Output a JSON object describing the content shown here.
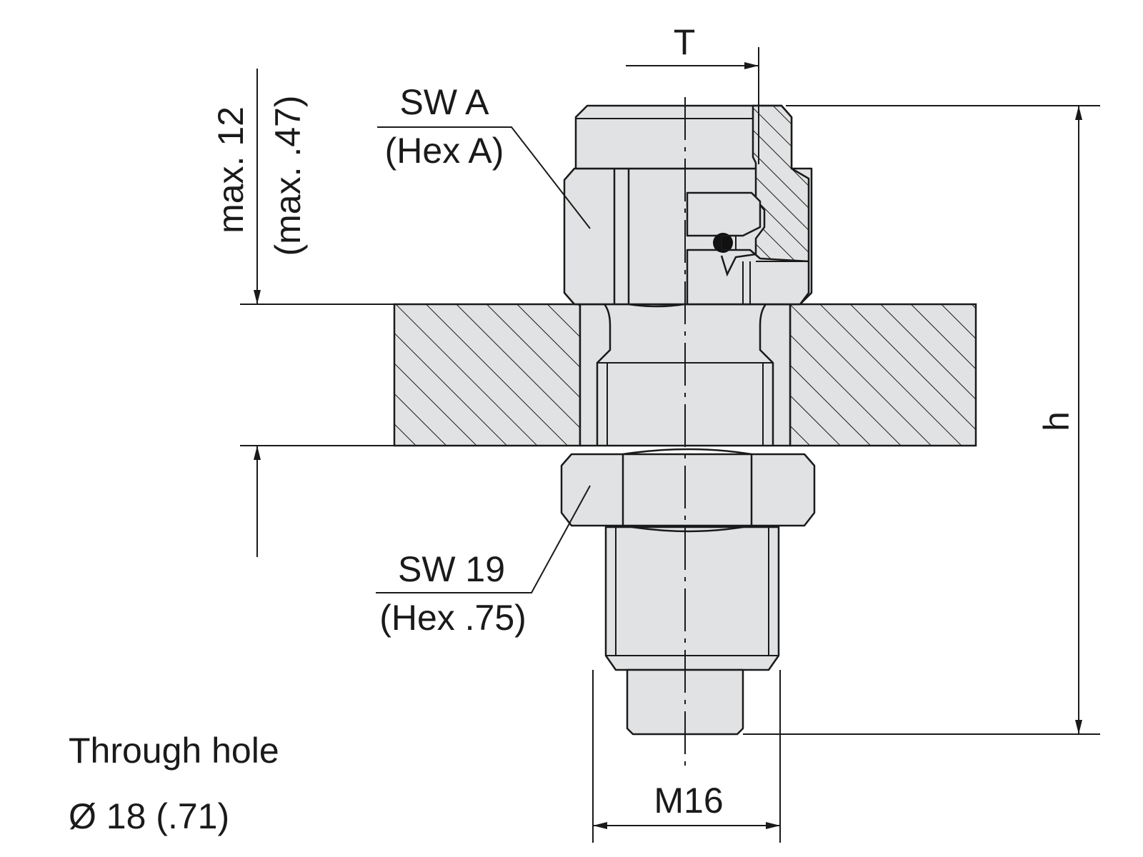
{
  "labels": {
    "thread_depth_T": "T",
    "plate_thickness_mm": "max. 12",
    "plate_thickness_in": "(max. .47)",
    "hex_a_metric": "SW A",
    "hex_a_inch": "(Hex A)",
    "hex_19_metric": "SW 19",
    "hex_19_inch": "(Hex .75)",
    "height_h": "h",
    "thread_size": "M16",
    "through_hole_title": "Through hole",
    "through_hole_diameter": "Ø 18 (.71)"
  },
  "colors": {
    "part_fill": "#e1e2e3",
    "line": "#1a1a1a",
    "background": "#ffffff"
  }
}
